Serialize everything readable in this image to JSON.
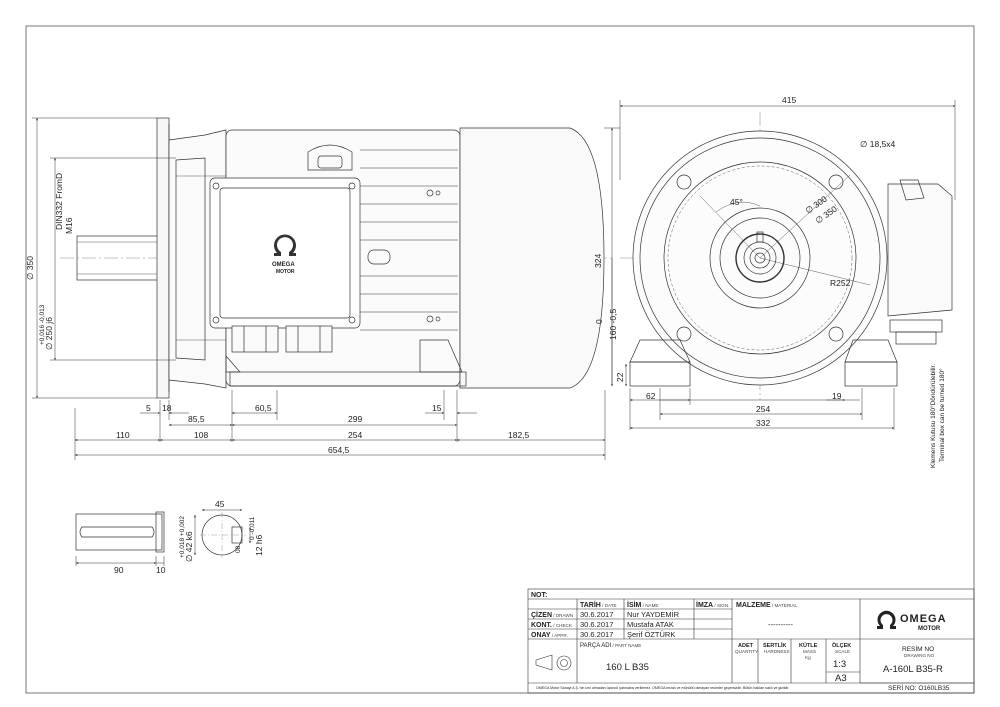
{
  "dimensions": {
    "d415": "415",
    "d18_5x4": "∅ 18,5x4",
    "d45deg": "45°",
    "d300": "∅ 300",
    "d350c": "∅ 350",
    "r252": "R252",
    "d324": "324",
    "d160": "160 -0,5",
    "d0": "0",
    "d22": "22",
    "d62": "62",
    "d19": "19",
    "d254b": "254",
    "d332": "332",
    "d350": "∅ 350",
    "din": "DIN332 FromD",
    "m16": "M16",
    "d250": "∅ 250 j6",
    "d250tol": "+0,016  -0,013",
    "d5": "5",
    "d18": "18",
    "d85_5": "85,5",
    "d60_5": "60,5",
    "d299": "299",
    "d15": "15",
    "d110": "110",
    "d108": "108",
    "d254": "254",
    "d182_5": "182,5",
    "d654_5": "654,5",
    "s45": "45",
    "s42": "∅ 42 k6",
    "s42tol": "+0,018  +0,002",
    "s12": "12 h6",
    "s12tol": "0  -0,011",
    "s90": "90",
    "s10": "10",
    "s08": "08",
    "terminal_tr": "Klemens Kutusu 180°Döndürülebilir.",
    "terminal_en": "Terminal box can be turned 180°"
  },
  "logo": {
    "brand": "OMEGA",
    "sub": "MOTOR"
  },
  "title_block": {
    "not": "NOT:",
    "h_date": "TARİH",
    "h_date_en": " / DATE",
    "h_name": "İSİM",
    "h_name_en": " / NAME",
    "h_sign": "İMZA",
    "h_sign_en": " / SIGN.",
    "h_material": "MALZEME",
    "h_material_en": " / MATERIAL",
    "material_value": "----------",
    "rows": [
      {
        "role": "ÇİZEN",
        "role_en": " / DRAWN",
        "date": "30.6.2017",
        "name": "Nur YAYDEMİR"
      },
      {
        "role": "KONT.",
        "role_en": " / CHECK",
        "date": "30.6.2017",
        "name": "Mustafa ATAK"
      },
      {
        "role": "ONAY",
        "role_en": " / APPR.",
        "date": "30.6.2017",
        "name": "Şerif ÖZTÜRK"
      }
    ],
    "part_label": "PARÇA ADI",
    "part_label_en": " / PART NAME",
    "part_name": "160 L B35",
    "qty": "ADET",
    "qty_en": "QUANTITY",
    "hard": "SERTLİK",
    "hard_en": "HARDNESS",
    "mass": "KÜTLE",
    "mass_en": "MASS",
    "mass_unit": "Kg",
    "scale": "ÖLÇEK",
    "scale_en": "SCALE",
    "scale_value": "1:3",
    "sheet_size": "A3",
    "drawing_no_label": "RESİM NO",
    "drawing_no_label_en": "DRAWING NO",
    "drawing_no": "A-160L B35-R",
    "serial": "SERİ NO: Ο160LB35",
    "footer": "OMEGA Motor Sanayi A.Ş.'nin izni olmadan üçüncü şahıslara verilemez. OMEGA imzalı ve mühürlü olmayan resimler geçersizdir. Bütün hakları saklı ve gizlidir."
  }
}
